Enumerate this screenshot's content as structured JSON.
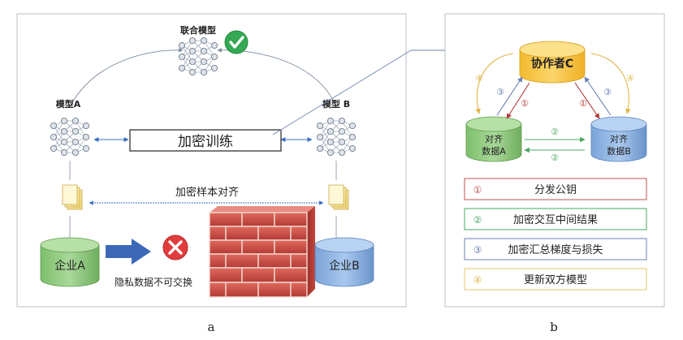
{
  "panel_a": {
    "caption": "a",
    "joint_model_label": "联合模型",
    "model_a_label": "模型A",
    "model_b_label": "模型 B",
    "encrypted_training_label": "加密训练",
    "sample_alignment_label": "加密样本对齐",
    "enterprise_a_label": "企业A",
    "enterprise_b_label": "企业B",
    "privacy_label": "隐私数据不可交换"
  },
  "panel_b": {
    "caption": "b",
    "collaborator_label": "协作者C",
    "data_a_line1": "对齐",
    "data_a_line2": "数据A",
    "data_b_line1": "对齐",
    "data_b_line2": "数据B",
    "step_marks": {
      "one": "①",
      "two": "②",
      "three": "③",
      "four": "④"
    },
    "legend": [
      {
        "num": "①",
        "text": "分发公钥",
        "color": "#c0504d"
      },
      {
        "num": "②",
        "text": "加密交互中间结果",
        "color": "#4aa864"
      },
      {
        "num": "③",
        "text": "加密汇总梯度与损失",
        "color": "#6b7fb5"
      },
      {
        "num": "④",
        "text": "更新双方模型",
        "color": "#e8c56a"
      }
    ]
  },
  "colors": {
    "green_db": "#8fca7d",
    "blue_db": "#8fb4e0",
    "collaborator": "#f7c948",
    "arrow_blue": "#3a6cc0",
    "check_green": "#34a853",
    "cross_red": "#e03c3c",
    "brick_red": "#c8443e"
  }
}
